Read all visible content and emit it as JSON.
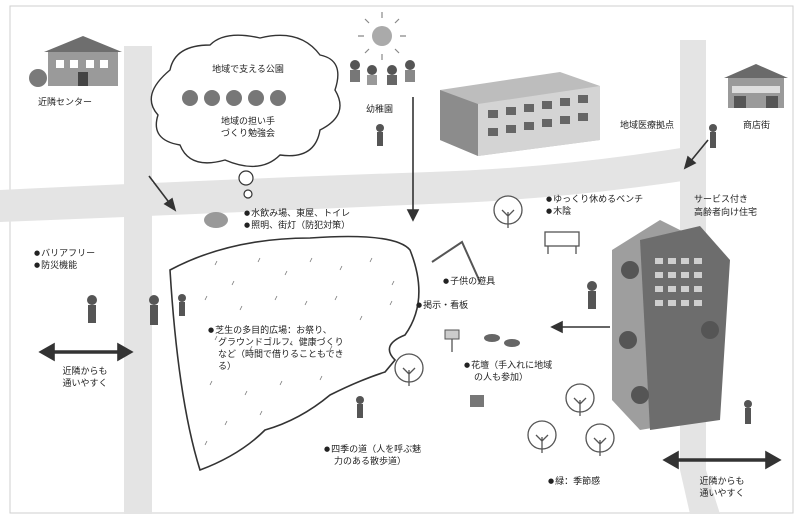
{
  "places": {
    "community_center": "近隣センター",
    "kindergarten": "幼稚園",
    "medical_base": "地域医療拠点",
    "shopping_street": "商店街",
    "senior_housing_1": "サービス付き",
    "senior_housing_2": "高齢者向け住宅"
  },
  "cloud": {
    "title": "地域で支える公園",
    "line1": "地域の担い手",
    "line2": "づくり勉強会"
  },
  "features": {
    "water_1": "水飲み場、東屋、トイレ",
    "water_2": "照明、街灯（防犯対策）",
    "barrier_1": "バリアフリー",
    "barrier_2": "防災機能",
    "bench_1": "ゆっくり休めるベンチ",
    "bench_2": "木陰",
    "play": "子供の遊具",
    "notice": "掲示・看板",
    "lawn_1": "芝生の多目的広場：お祭り、",
    "lawn_2": "グラウンドゴルフ、健康づくり",
    "lawn_3": "など（時間で借りることもでき",
    "lawn_4": "る）",
    "flower_1": "花壇（手入れに地域",
    "flower_2": "の人も参加）",
    "path_1": "四季の道（人を呼ぶ魅",
    "path_2": "力のある散歩道）",
    "green": "緑：季節感"
  },
  "access": {
    "left_1": "近隣からも",
    "left_2": "通いやすく",
    "right_1": "近隣からも",
    "right_2": "通いやすく"
  },
  "colors": {
    "road": "#e2e2e2",
    "line": "#333333",
    "tree": "#555555",
    "building": "#8f8f8f"
  }
}
